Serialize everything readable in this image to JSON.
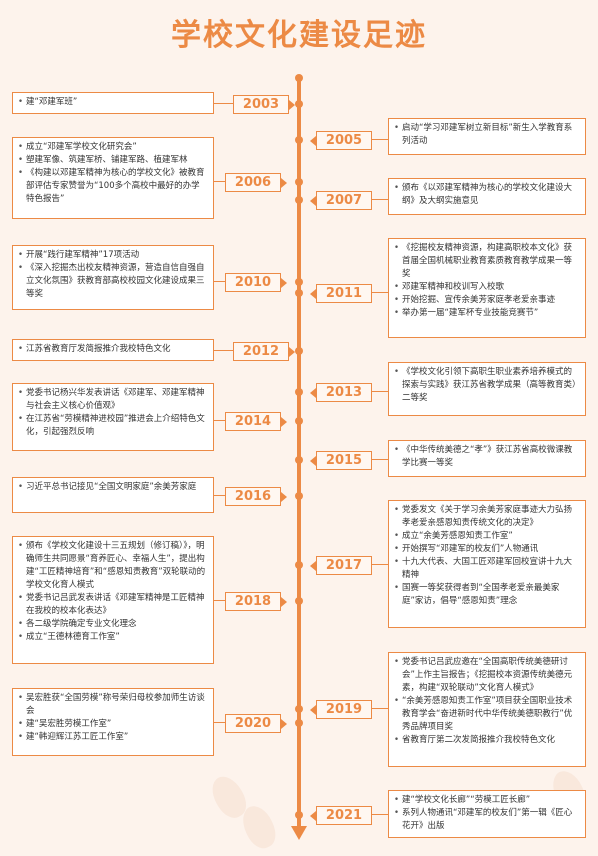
{
  "title": "学校文化建设足迹",
  "years": [
    "2003",
    "2005",
    "2006",
    "2007",
    "2010",
    "2011",
    "2012",
    "2013",
    "2014",
    "2015",
    "2016",
    "2017",
    "2018",
    "2019",
    "2020",
    "2021"
  ],
  "left_boxes": [
    {
      "items": [
        "建“邓建军班”"
      ]
    },
    {
      "items": [
        "成立“邓建军学校文化研究会”",
        "塑建军像、筑建军桥、铺建军路、植建军林",
        "《构建以邓建军精神为核心的学校文化》被教育部评估专家赞誉为“100多个高校中最好的办学特色报告”"
      ]
    },
    {
      "items": [
        "开展“践行建军精神”17项活动",
        "《深入挖掘杰出校友精神资源，营造自信自强自立文化氛围》获教育部高校校园文化建设成果三等奖"
      ]
    },
    {
      "items": [
        "江苏省教育厅发简报推介我校特色文化"
      ]
    },
    {
      "items": [
        "党委书记杨兴华发表讲话《邓建军、邓建军精神与社会主义核心价值观》",
        "在江苏省“劳模精神进校园”推进会上介绍特色文化，引起强烈反响"
      ]
    },
    {
      "items": [
        "习近平总书记接见“全国文明家庭”余美芳家庭"
      ]
    },
    {
      "items": [
        "颁布《学校文化建设十三五规划（修订稿）》，明确师生共同愿景“育养匠心、幸福人生”，提出构建“工匠精神培育”和“感恩知责教育”双轮联动的学校文化育人模式",
        "党委书记吕武发表讲话《邓建军精神是工匠精神在我校的校本化表达》",
        "各二级学院确定专业文化理念",
        "成立“王德林德育工作室”"
      ]
    },
    {
      "items": [
        "吴宏胜获“全国劳模”称号荣归母校参加师生访谈会",
        "建“吴宏胜劳模工作室”",
        "建“韩迎辉江苏工匠工作室”"
      ]
    }
  ],
  "right_boxes": [
    {
      "items": [
        "启动“学习邓建军树立新目标”新生入学教育系列活动"
      ]
    },
    {
      "items": [
        "颁布《以邓建军精神为核心的学校文化建设大纲》及大纲实施意见"
      ]
    },
    {
      "items": [
        "《挖掘校友精神资源，构建高职校本文化》获首届全国机械职业教育素质教育教学成果一等奖",
        "邓建军精神和校训写入校歌",
        "开始挖掘、宣传余美芳家庭孝老爱亲事迹",
        "举办第一届“建军杯专业技能竞赛节”"
      ]
    },
    {
      "items": [
        "《学校文化引领下高职生职业素养培养模式的探索与实践》获江苏省教学成果（高等教育类）二等奖"
      ]
    },
    {
      "items": [
        "《中华传统美德之“孝”》获江苏省高校微课教学比赛一等奖"
      ]
    },
    {
      "items": [
        "党委发文《关于学习余美芳家庭事迹大力弘扬孝老爱亲感恩知责传统文化的决定》",
        "成立“余美芳感恩知责工作室”",
        "开始撰写“邓建军的校友们”人物通讯",
        "十九大代表、大国工匠邓建军回校宣讲十九大精神",
        "国赛一等奖获得者到“全国孝老爱亲最美家庭”家访，倡导“感恩知责”理念"
      ]
    },
    {
      "items": [
        "党委书记吕武应邀在“全国高职传统美德研讨会”上作主旨报告；《挖掘校本资源传统美德元素，构建“双轮联动”文化育人模式》",
        "“余美芳感恩知责工作室”项目获全国职业技术教育学会“奋进新时代中华传统美德职教行”优秀品牌项目奖",
        "省教育厅第二次发简报推介我校特色文化"
      ]
    },
    {
      "items": [
        "建“学校文化长廊”“劳模工匠长廊”",
        "系列人物通讯“邓建军的校友们”第一辑《匠心花开》出版"
      ]
    }
  ]
}
